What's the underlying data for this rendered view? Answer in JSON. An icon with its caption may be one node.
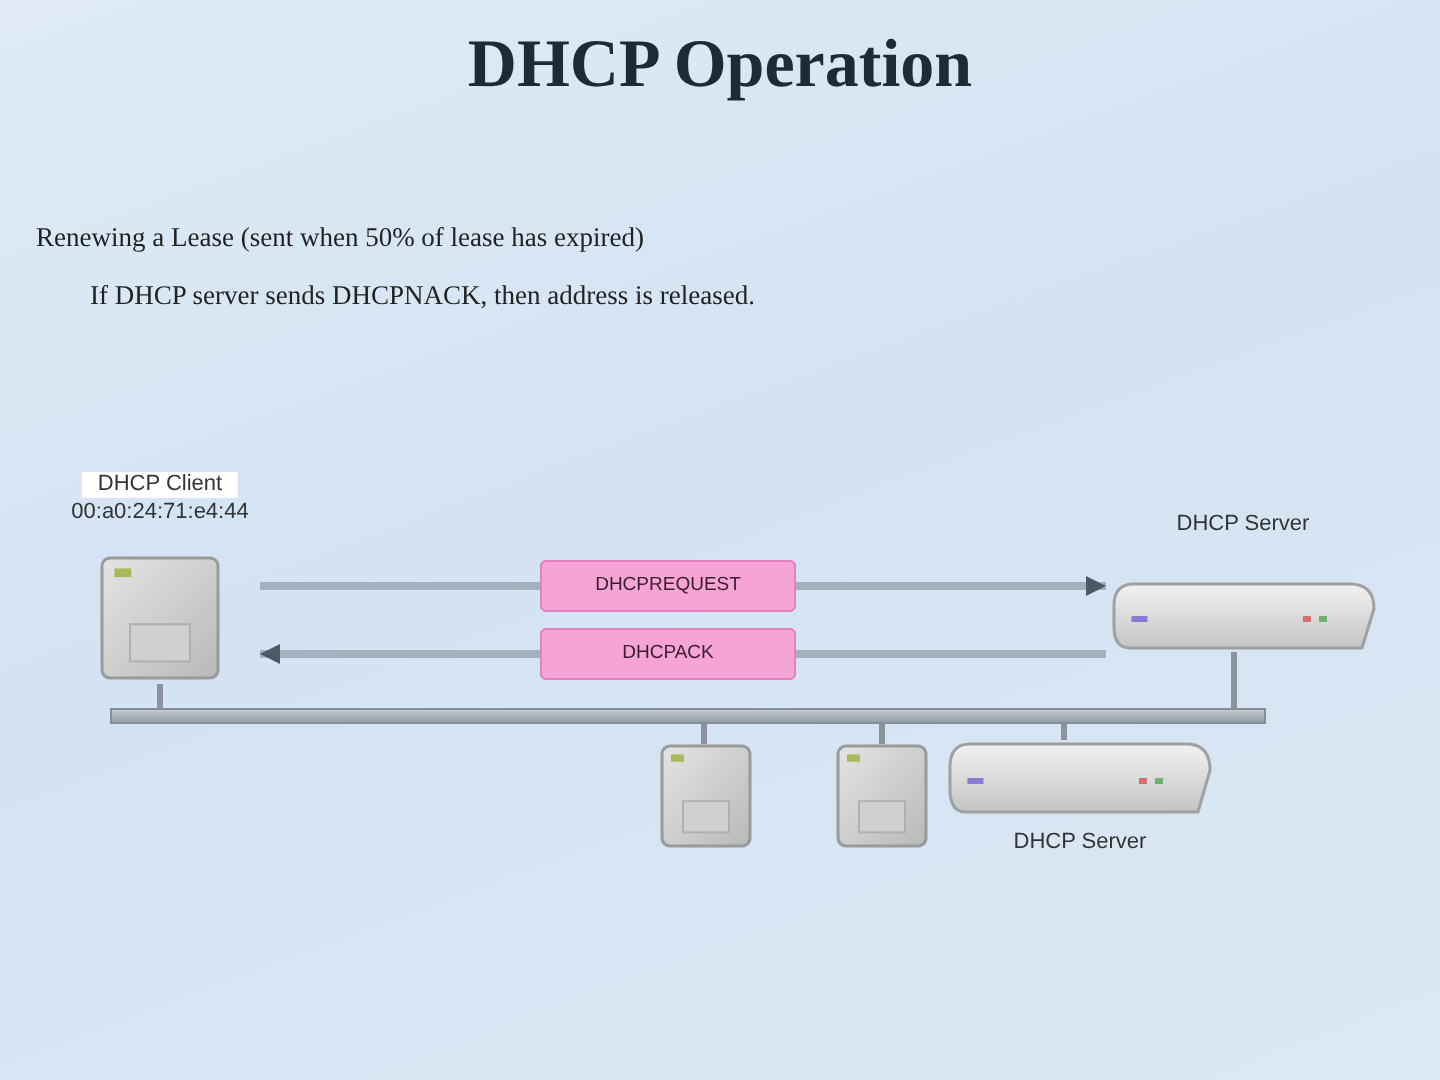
{
  "diagram": {
    "title": "DHCP Operation",
    "nodes": [
      {
        "text": [
          "DHCP Client",
          "00:a0:24:71:e4:44"
        ]
      },
      {
        "text": [
          "DHCP Server"
        ]
      },
      {
        "text": [],
        "shape": "picture"
      },
      {
        "text": [],
        "shape": "picture"
      },
      {
        "text": [
          "DHCP Server"
        ]
      },
      {
        "text": [],
        "shape": "bar"
      }
    ],
    "edges": [
      {
        "from": 0,
        "to": 1,
        "arrow": "to",
        "label": "DHCPREQUEST"
      },
      {
        "from": 1,
        "to": 0,
        "arrow": "to",
        "label": "DHCPACK"
      },
      {
        "from": 0,
        "to": 5,
        "arrow": "none"
      },
      {
        "from": 1,
        "to": 5,
        "arrow": "none"
      },
      {
        "from": 2,
        "to": 5,
        "arrow": "none"
      },
      {
        "from": 3,
        "to": 5,
        "arrow": "none"
      },
      {
        "from": 4,
        "to": 5,
        "arrow": "none"
      }
    ],
    "labels": [
      "Renewing a Lease (sent when 50% of lease has expired)",
      "If DHCP server sends DHCPNACK, then address is released."
    ]
  }
}
